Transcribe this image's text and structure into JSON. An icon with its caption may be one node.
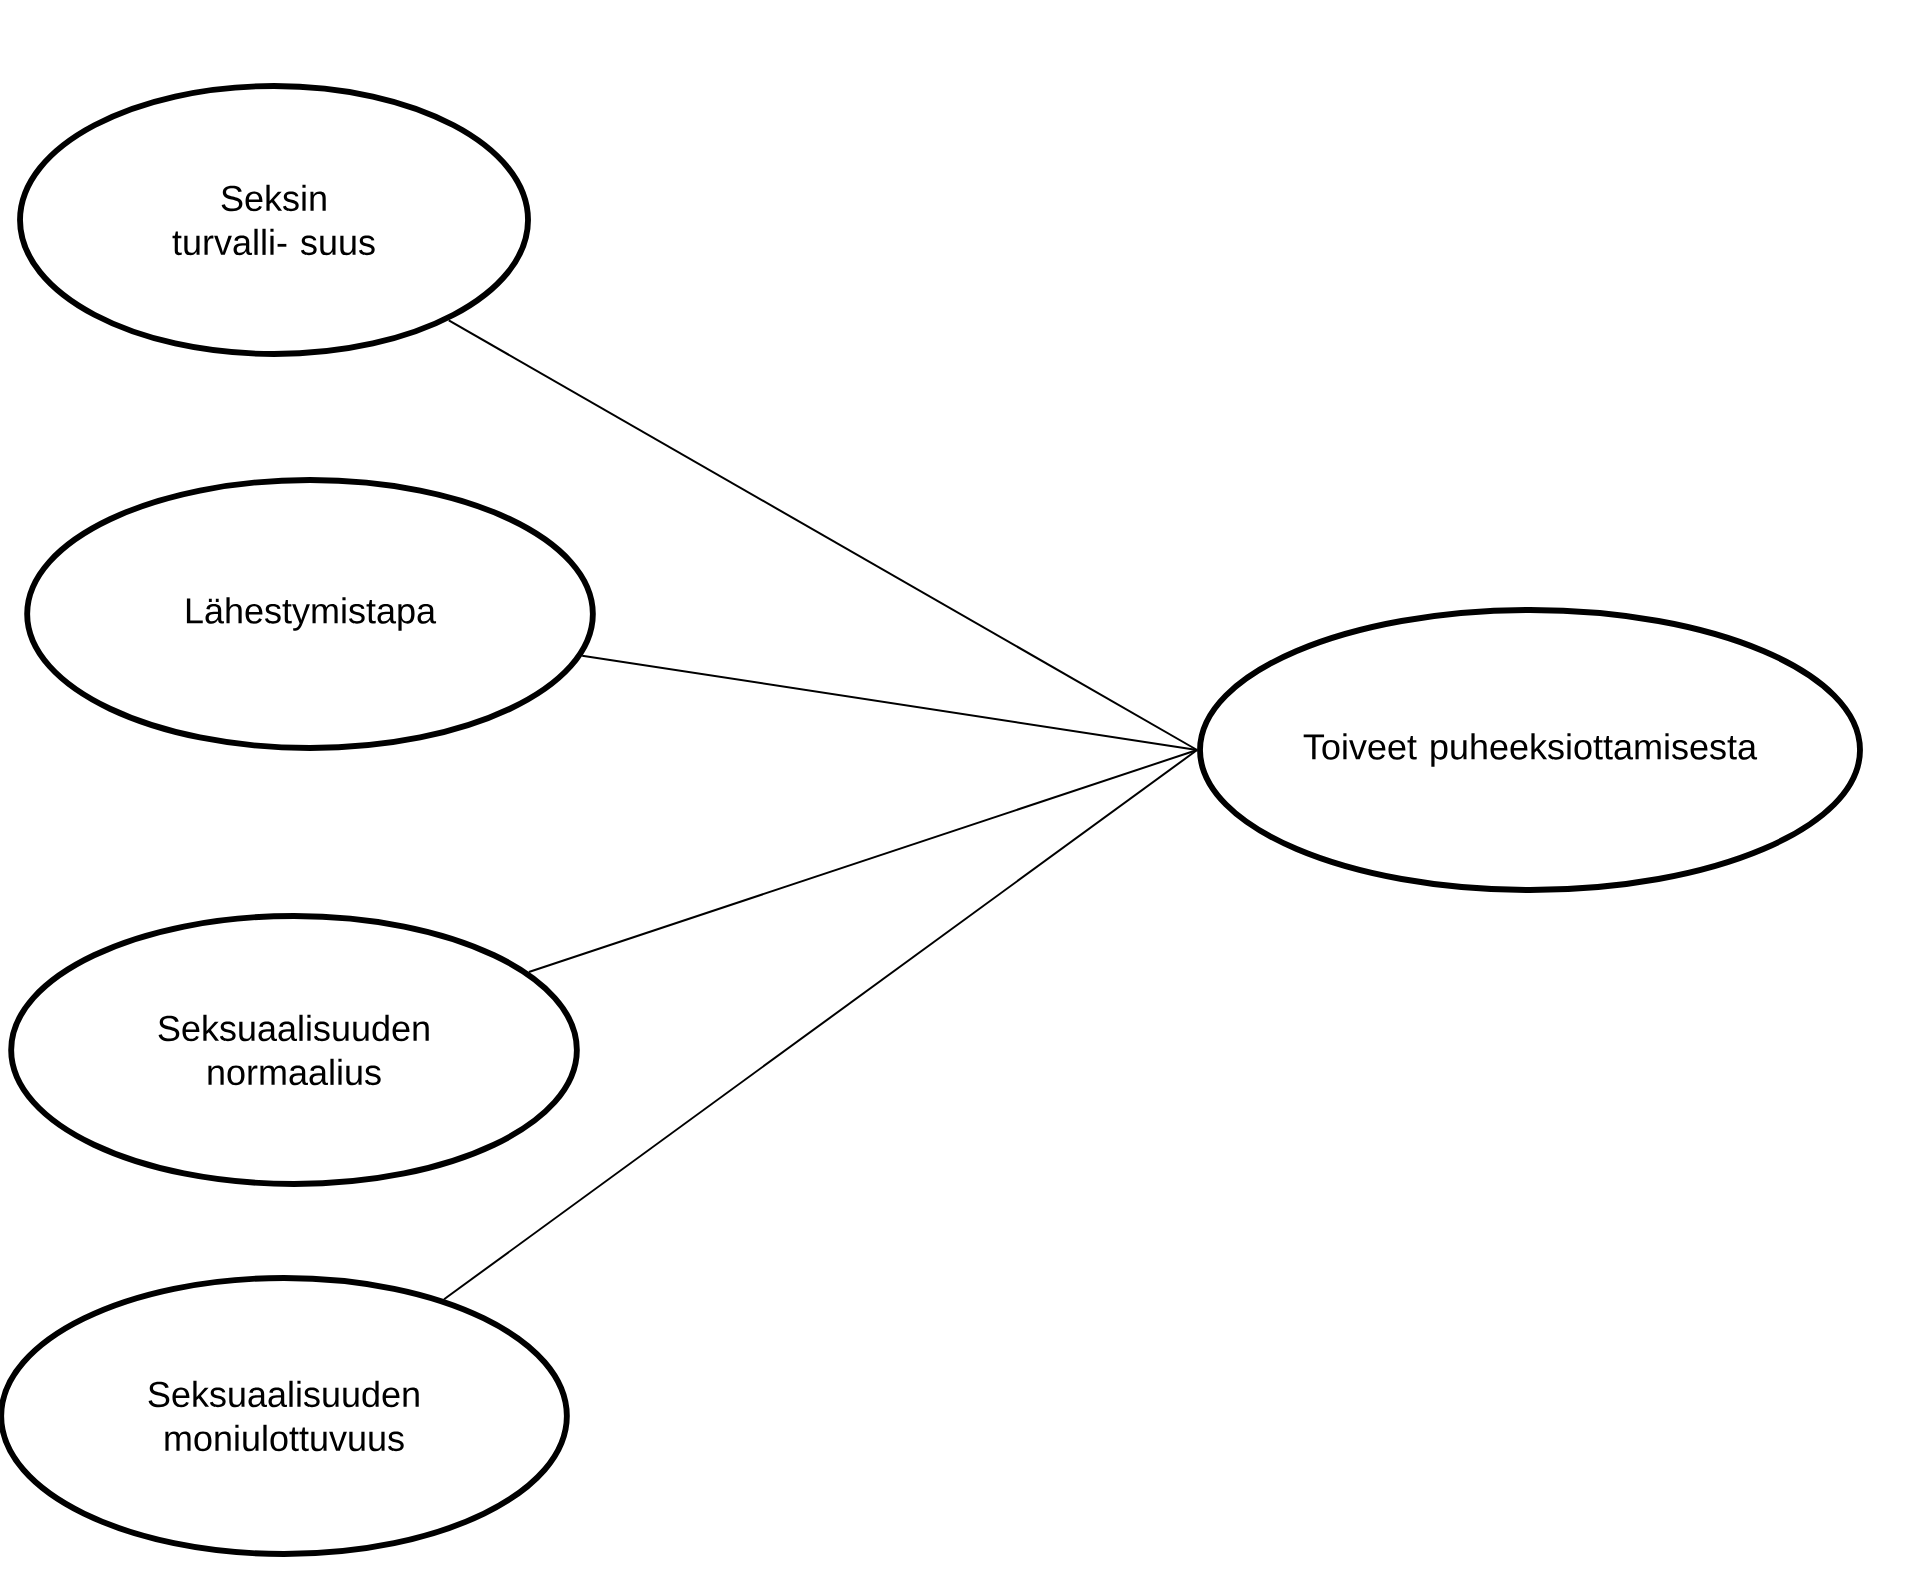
{
  "diagram": {
    "nodes": [
      {
        "text": [
          "Seksin turvalli- suus"
        ]
      },
      {
        "text": [
          "Lähestymistapa"
        ]
      },
      {
        "text": [
          "Seksuaalisuuden normaalius"
        ]
      },
      {
        "text": [
          "Seksuaalisuuden moniulottuvuus"
        ]
      },
      {
        "text": [
          "Toiveet puheeksiottamisesta"
        ]
      }
    ],
    "edges": [
      {
        "from": 0,
        "to": 4,
        "arrow": "none"
      },
      {
        "from": 1,
        "to": 4,
        "arrow": "none"
      },
      {
        "from": 2,
        "to": 4,
        "arrow": "none"
      },
      {
        "from": 3,
        "to": 4,
        "arrow": "none"
      }
    ]
  }
}
